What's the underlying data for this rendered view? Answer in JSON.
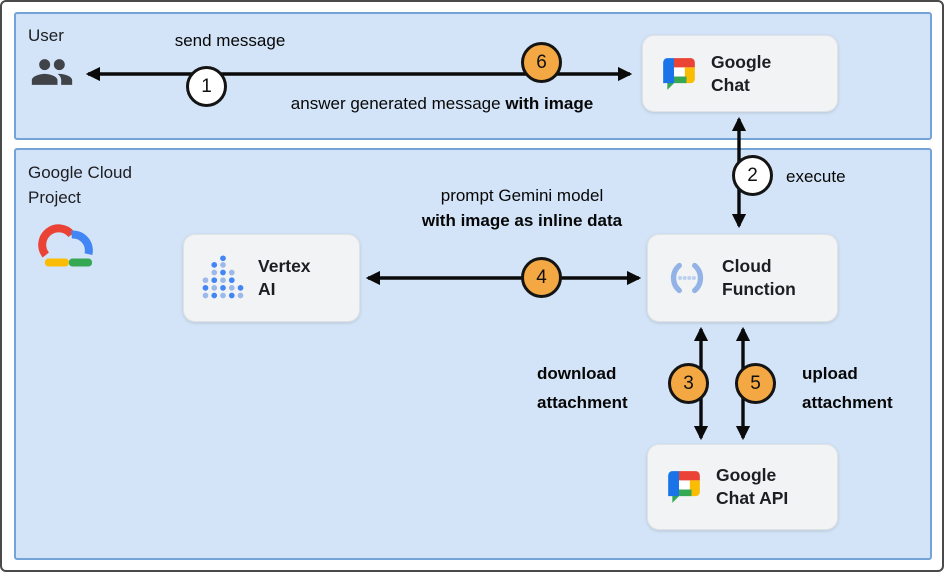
{
  "colors": {
    "panel_fill": "#d3e4f8",
    "panel_border": "#74a3d8",
    "node_fill": "#f1f3f4",
    "badge_orange": "#f4a843",
    "badge_white": "#ffffff",
    "arrow_black": "#0a0a0a",
    "google_blue": "#4285f4",
    "google_red": "#ea4335",
    "google_yellow": "#fbbc04",
    "google_green": "#34a853"
  },
  "panels": {
    "user": {
      "title": "User"
    },
    "gcp": {
      "title_line1": "Google Cloud",
      "title_line2": "Project"
    }
  },
  "nodes": {
    "user_actor": {
      "icon": "people-icon"
    },
    "google_cloud_logo": {
      "icon": "google-cloud-icon"
    },
    "google_chat": {
      "line1": "Google",
      "line2": "Chat",
      "icon": "google-chat-icon"
    },
    "vertex_ai": {
      "line1": "Vertex",
      "line2": "AI",
      "icon": "vertex-ai-icon"
    },
    "cloud_function": {
      "line1": "Cloud",
      "line2": "Function",
      "icon": "cloud-functions-icon"
    },
    "google_chat_api": {
      "line1": "Google",
      "line2": "Chat API",
      "icon": "google-chat-icon"
    }
  },
  "steps": {
    "1": {
      "badge": "1",
      "style": "white",
      "label": "send message"
    },
    "2": {
      "badge": "2",
      "style": "white",
      "label": "execute"
    },
    "3": {
      "badge": "3",
      "style": "orange",
      "label_line1": "download",
      "label_line2": "attachment"
    },
    "4": {
      "badge": "4",
      "style": "orange",
      "label_regular": "prompt Gemini model",
      "label_bold": "with image as inline data"
    },
    "5": {
      "badge": "5",
      "style": "orange",
      "label_line1": "upload",
      "label_line2": "attachment"
    },
    "6": {
      "badge": "6",
      "style": "orange",
      "label_regular": "answer generated message",
      "label_bold": "with image"
    }
  }
}
